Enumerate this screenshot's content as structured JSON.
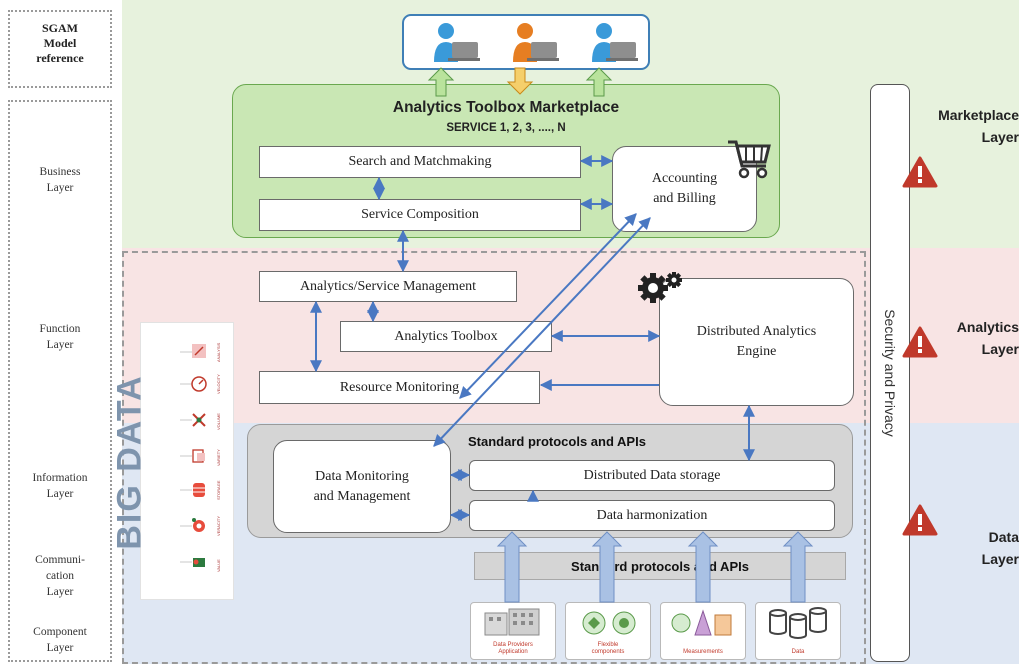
{
  "sgam": {
    "line1": "SGAM",
    "line2": "Model",
    "line3": "reference"
  },
  "side_layers": {
    "business": {
      "line1": "Business",
      "line2": "Layer"
    },
    "function": {
      "line1": "Function",
      "line2": "Layer"
    },
    "information": {
      "line1": "Information",
      "line2": "Layer"
    },
    "communication": {
      "line1": "Communi-",
      "line2": "cation",
      "line3": "Layer"
    },
    "component": {
      "line1": "Component",
      "line2": "Layer"
    }
  },
  "marketplace": {
    "title": "Analytics Toolbox Marketplace",
    "subtitle": "SERVICE 1, 2, 3, ...., N"
  },
  "boxes": {
    "search": "Search and Matchmaking",
    "composition": "Service Composition",
    "accounting_line1": "Accounting",
    "accounting_line2": "and Billing",
    "mgmt": "Analytics/Service  Management",
    "toolbox": "Analytics Toolbox",
    "monitoring": "Resource Monitoring",
    "engine_line1": "Distributed Analytics",
    "engine_line2": "Engine",
    "dmm_line1": "Data Monitoring",
    "dmm_line2": "and Management",
    "storage": "Distributed Data storage",
    "harmonization": "Data harmonization"
  },
  "big_data": {
    "text": "BIG DATA",
    "icon_labels": [
      "ANALYSIS",
      "VELOCITY",
      "VOLUME",
      "VARIETY",
      "STORAGE",
      "VERACITY",
      "VALUE"
    ]
  },
  "standard_protocols": {
    "top": "Standard protocols and APIs",
    "bar": "Standard protocols and APIs"
  },
  "components": [
    {
      "line1": "Data Providers",
      "line2": "Application",
      "icon": "building-icon"
    },
    {
      "line1": "Flexible",
      "line2": "components",
      "icon": "flexible-components-icon"
    },
    {
      "line1": "Measurements",
      "line2": "",
      "icon": "measurements-icon"
    },
    {
      "line1": "Data",
      "line2": "",
      "icon": "database-icon"
    }
  ],
  "security": "Security and Privacy",
  "right_layers": {
    "marketplace": {
      "line1": "Marketplace",
      "line2": "Layer"
    },
    "analytics": {
      "line1": "Analytics",
      "line2": "Layer"
    },
    "data": {
      "line1": "Data",
      "line2": "Layer"
    }
  },
  "colors": {
    "marketplace_band": "#e7f2dd",
    "analytics_band": "#f8e4e4",
    "data_band": "#dfe7f3",
    "arrow_blue": "#4a78c2",
    "warning_red": "#c0392b",
    "user_blue": "#3a9ad9",
    "user_orange": "#e67e22"
  }
}
